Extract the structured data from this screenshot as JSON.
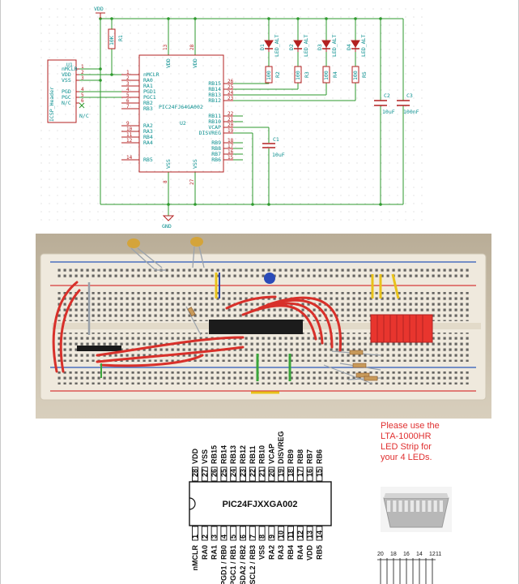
{
  "schematic": {
    "vdd_label": "VDD",
    "gnd_label": "GND",
    "r1": {
      "ref": "R1",
      "value": "10K"
    },
    "header": {
      "ref": "U1",
      "name": "ICSP_Header",
      "pins": [
        "nMCLR",
        "VDD",
        "VSS",
        "PGD",
        "PGC",
        "N/C"
      ],
      "nums": [
        "1",
        "2",
        "3",
        "4",
        "5",
        "6"
      ],
      "nc_label": "N/C"
    },
    "ic": {
      "ref": "U2",
      "name": "PIC24FJ64GA002",
      "vdd_top": "VDD",
      "vdd_top2": "VDD",
      "vss_bottom": "VSS",
      "vss_bottom2": "VSS",
      "top_pin_nums": [
        "13",
        "28"
      ],
      "bottom_pin_nums": [
        "8",
        "27"
      ]
    },
    "ic_left_pins": [
      {
        "num": "1",
        "name": "nMCLR"
      },
      {
        "num": "2",
        "name": "RA0"
      },
      {
        "num": "3",
        "name": "RA1"
      },
      {
        "num": "4",
        "name": "PGD1"
      },
      {
        "num": "5",
        "name": "PGC1"
      },
      {
        "num": "6",
        "name": "RB2"
      },
      {
        "num": "7",
        "name": "RB3"
      },
      {
        "num": "9",
        "name": "RA2"
      },
      {
        "num": "10",
        "name": "RA3"
      },
      {
        "num": "11",
        "name": "RB4"
      },
      {
        "num": "12",
        "name": "RA4"
      },
      {
        "num": "14",
        "name": "RB5"
      }
    ],
    "ic_right_pins": [
      {
        "num": "26",
        "name": "RB15"
      },
      {
        "num": "25",
        "name": "RB14"
      },
      {
        "num": "24",
        "name": "RB13"
      },
      {
        "num": "23",
        "name": "RB12"
      },
      {
        "num": "22",
        "name": "RB11"
      },
      {
        "num": "21",
        "name": "RB10"
      },
      {
        "num": "20",
        "name": "VCAP"
      },
      {
        "num": "19",
        "name": "DISVREG"
      },
      {
        "num": "18",
        "name": "RB9"
      },
      {
        "num": "17",
        "name": "RB8"
      },
      {
        "num": "16",
        "name": "RB7"
      },
      {
        "num": "15",
        "name": "RB6"
      }
    ],
    "leds": [
      {
        "ref": "D1",
        "type": "LED_ALT",
        "res": "R2",
        "rval": "100"
      },
      {
        "ref": "D2",
        "type": "LED_ALT",
        "res": "R3",
        "rval": "100"
      },
      {
        "ref": "D3",
        "type": "LED_ALT",
        "res": "R4",
        "rval": "100"
      },
      {
        "ref": "D4",
        "type": "LED_ALT",
        "res": "R5",
        "rval": "100"
      }
    ],
    "c1": {
      "ref": "C1",
      "value": "10uF"
    },
    "c2": {
      "ref": "C2",
      "value": "10uF"
    },
    "c3": {
      "ref": "C3",
      "value": "100nF"
    }
  },
  "pinout": {
    "chip_label": "PIC24FJXXGA002",
    "top_nums": [
      "28",
      "27",
      "26",
      "25",
      "24",
      "23",
      "22",
      "21",
      "20",
      "19",
      "18",
      "17",
      "16",
      "15"
    ],
    "top_names": [
      "VDD",
      "VSS",
      "RB15",
      "RB14",
      "RB13",
      "RB12",
      "RB11",
      "RB10",
      "VCAP",
      "DISVREG",
      "RB9",
      "RB8",
      "RB7",
      "RB6"
    ],
    "bottom_nums": [
      "1",
      "2",
      "3",
      "4",
      "5",
      "6",
      "7",
      "8",
      "9",
      "10",
      "11",
      "12",
      "13",
      "14"
    ],
    "bottom_names": [
      "nMCLR",
      "RA0",
      "RA1",
      "PGD1 / RB0",
      "PGC1 / RB1",
      "SDA2 / RB2",
      "SCL2 / RB3",
      "VSS",
      "RA2",
      "RA3",
      "RB4",
      "RA4",
      "VDD",
      "RB5"
    ]
  },
  "note": {
    "lines": [
      "Please use the",
      "LTA-1000HR",
      "LED Strip for",
      "your 4 LEDs."
    ]
  },
  "led_strip": {
    "pin_labels": [
      "20",
      "18",
      "16",
      "14",
      "12",
      "11"
    ]
  },
  "colors": {
    "schematic_wire": "#2e9a2e",
    "schematic_text": "#0a8f8f",
    "schematic_body": "#b32020",
    "breadboard": "#efe9dd",
    "jumper_red": "#d8302a",
    "led_bar": "#e8352e",
    "note_text": "#e03030"
  }
}
